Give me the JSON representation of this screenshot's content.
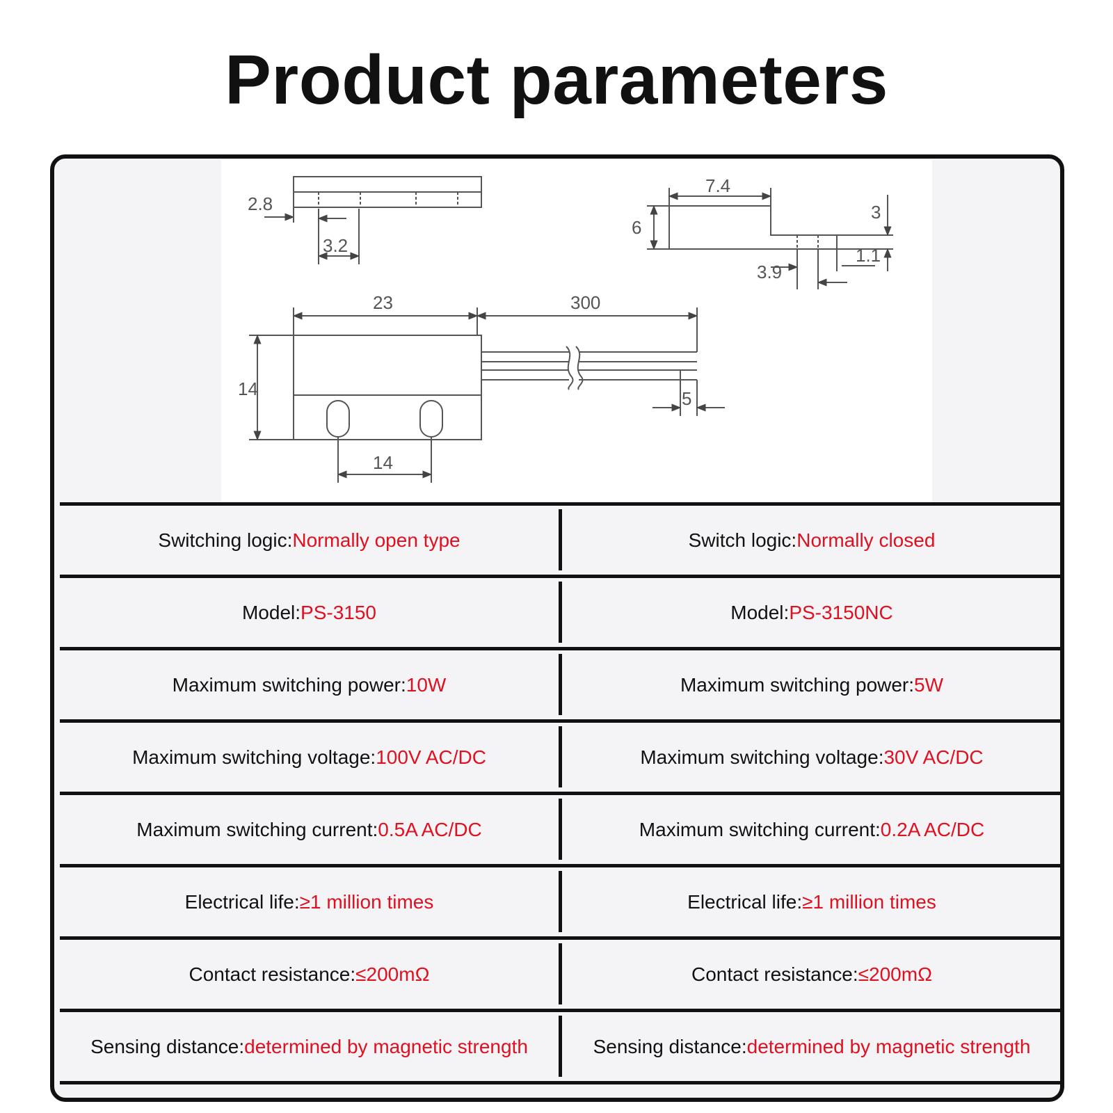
{
  "title": "Product parameters",
  "colors": {
    "value": "#e01020",
    "label": "#111111",
    "border": "#111111"
  },
  "drawing": {
    "dims": {
      "top_thickness": "2.8",
      "top_hole_offset": "3.2",
      "side_length": "7.4",
      "side_height": "6",
      "side_step": "3",
      "side_hole": "3.9",
      "side_tail": "1.1",
      "body_length": "23",
      "wire_length": "300",
      "body_height": "14",
      "hole_spacing": "14",
      "wire_strip": "5"
    }
  },
  "rows": [
    {
      "left": {
        "label": "Switching logic: ",
        "value": "Normally open type"
      },
      "right": {
        "label": "Switch logic: ",
        "value": "Normally closed"
      }
    },
    {
      "left": {
        "label": "Model: ",
        "value": "PS-3150"
      },
      "right": {
        "label": "Model: ",
        "value": "PS-3150NC"
      }
    },
    {
      "left": {
        "label": "Maximum switching power: ",
        "value": "10W"
      },
      "right": {
        "label": "Maximum switching power: ",
        "value": "5W"
      }
    },
    {
      "left": {
        "label": "Maximum switching voltage: ",
        "value": "100V AC/DC"
      },
      "right": {
        "label": "Maximum switching voltage: ",
        "value": "30V AC/DC"
      }
    },
    {
      "left": {
        "label": "Maximum switching current: ",
        "value": "0.5A AC/DC"
      },
      "right": {
        "label": "Maximum switching current: ",
        "value": "0.2A AC/DC"
      }
    },
    {
      "left": {
        "label": "Electrical life: ",
        "value": "≥1 million times"
      },
      "right": {
        "label": "Electrical life: ",
        "value": "≥1 million times"
      }
    },
    {
      "left": {
        "label": "Contact resistance: ",
        "value": "≤200mΩ"
      },
      "right": {
        "label": "Contact resistance: ",
        "value": "≤200mΩ"
      }
    },
    {
      "left": {
        "label": "Sensing distance: ",
        "value": "determined by magnetic strength"
      },
      "right": {
        "label": "Sensing distance: ",
        "value": "determined by magnetic strength"
      }
    }
  ]
}
